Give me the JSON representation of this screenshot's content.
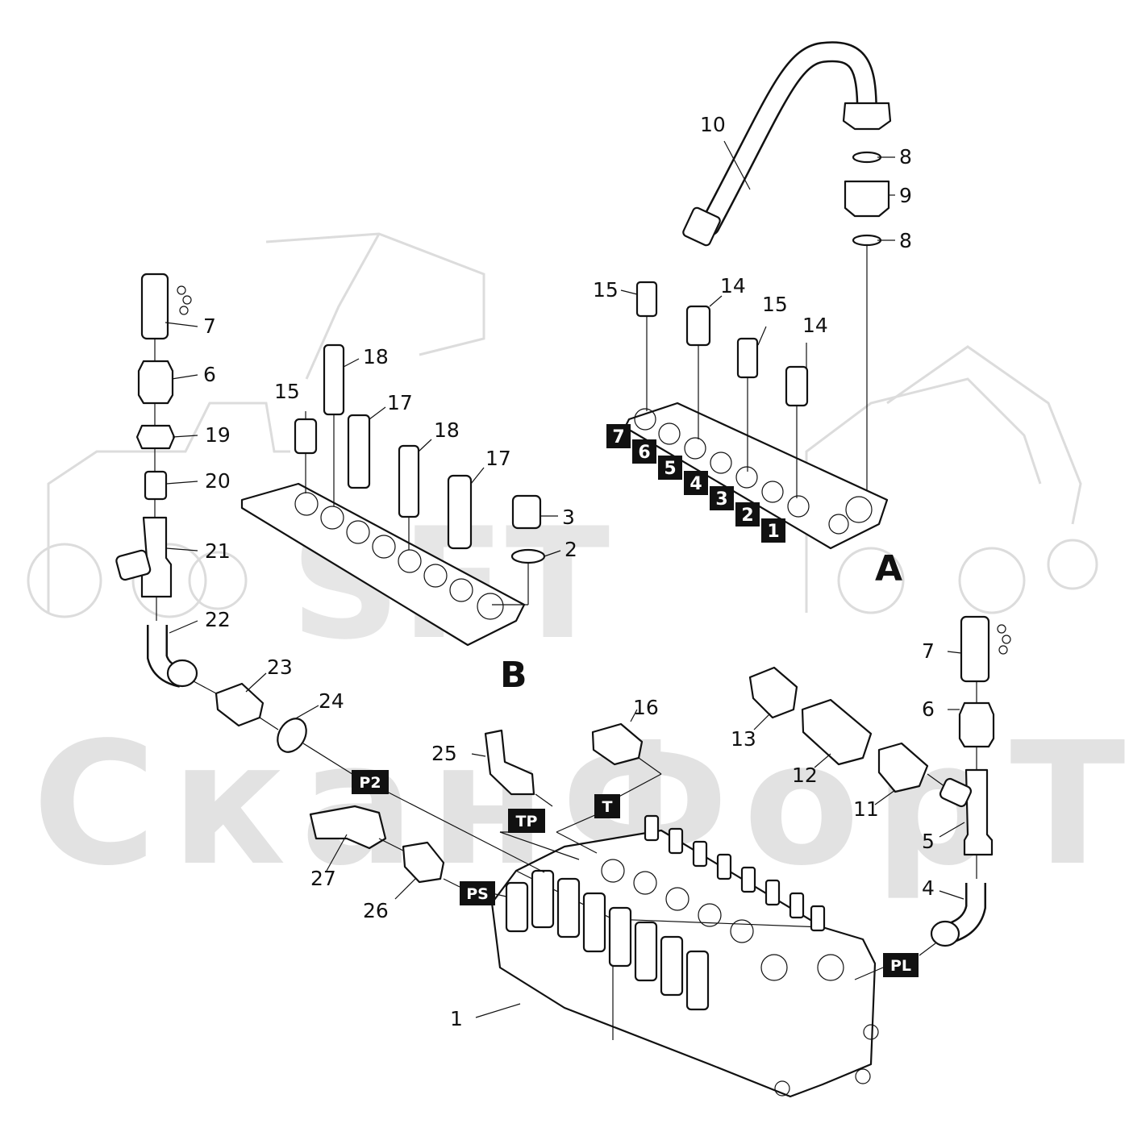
{
  "watermark": {
    "logo_text": "SFT",
    "company_text": "СканФорТек"
  },
  "section_labels": {
    "section_a": "A",
    "section_b": "B"
  },
  "port_labels": {
    "p2": "P2",
    "tp": "TP",
    "t": "T",
    "ps": "PS",
    "pl": "PL"
  },
  "spool_numbers": [
    "7",
    "6",
    "5",
    "4",
    "3",
    "2",
    "1"
  ],
  "callouts": {
    "c1": "1",
    "c2": "2",
    "c3": "3",
    "c4": "4",
    "c5": "5",
    "c6_left": "6",
    "c6_right": "6",
    "c7_left": "7",
    "c7_right": "7",
    "c8_upper": "8",
    "c8_lower": "8",
    "c9": "9",
    "c10": "10",
    "c11": "11",
    "c12": "12",
    "c13": "13",
    "c14_a": "14",
    "c14_b": "14",
    "c15_a": "15",
    "c15_b": "15",
    "c15_c": "15",
    "c16": "16",
    "c17_a": "17",
    "c17_b": "17",
    "c18_a": "18",
    "c18_b": "18",
    "c19": "19",
    "c20": "20",
    "c21": "21",
    "c22": "22",
    "c23": "23",
    "c24": "24",
    "c25": "25",
    "c26": "26",
    "c27": "27"
  },
  "colors": {
    "line": "#111111",
    "tag_background": "#111111",
    "tag_text": "#ffffff",
    "watermark": "#e2e2e2",
    "background": "#ffffff"
  }
}
